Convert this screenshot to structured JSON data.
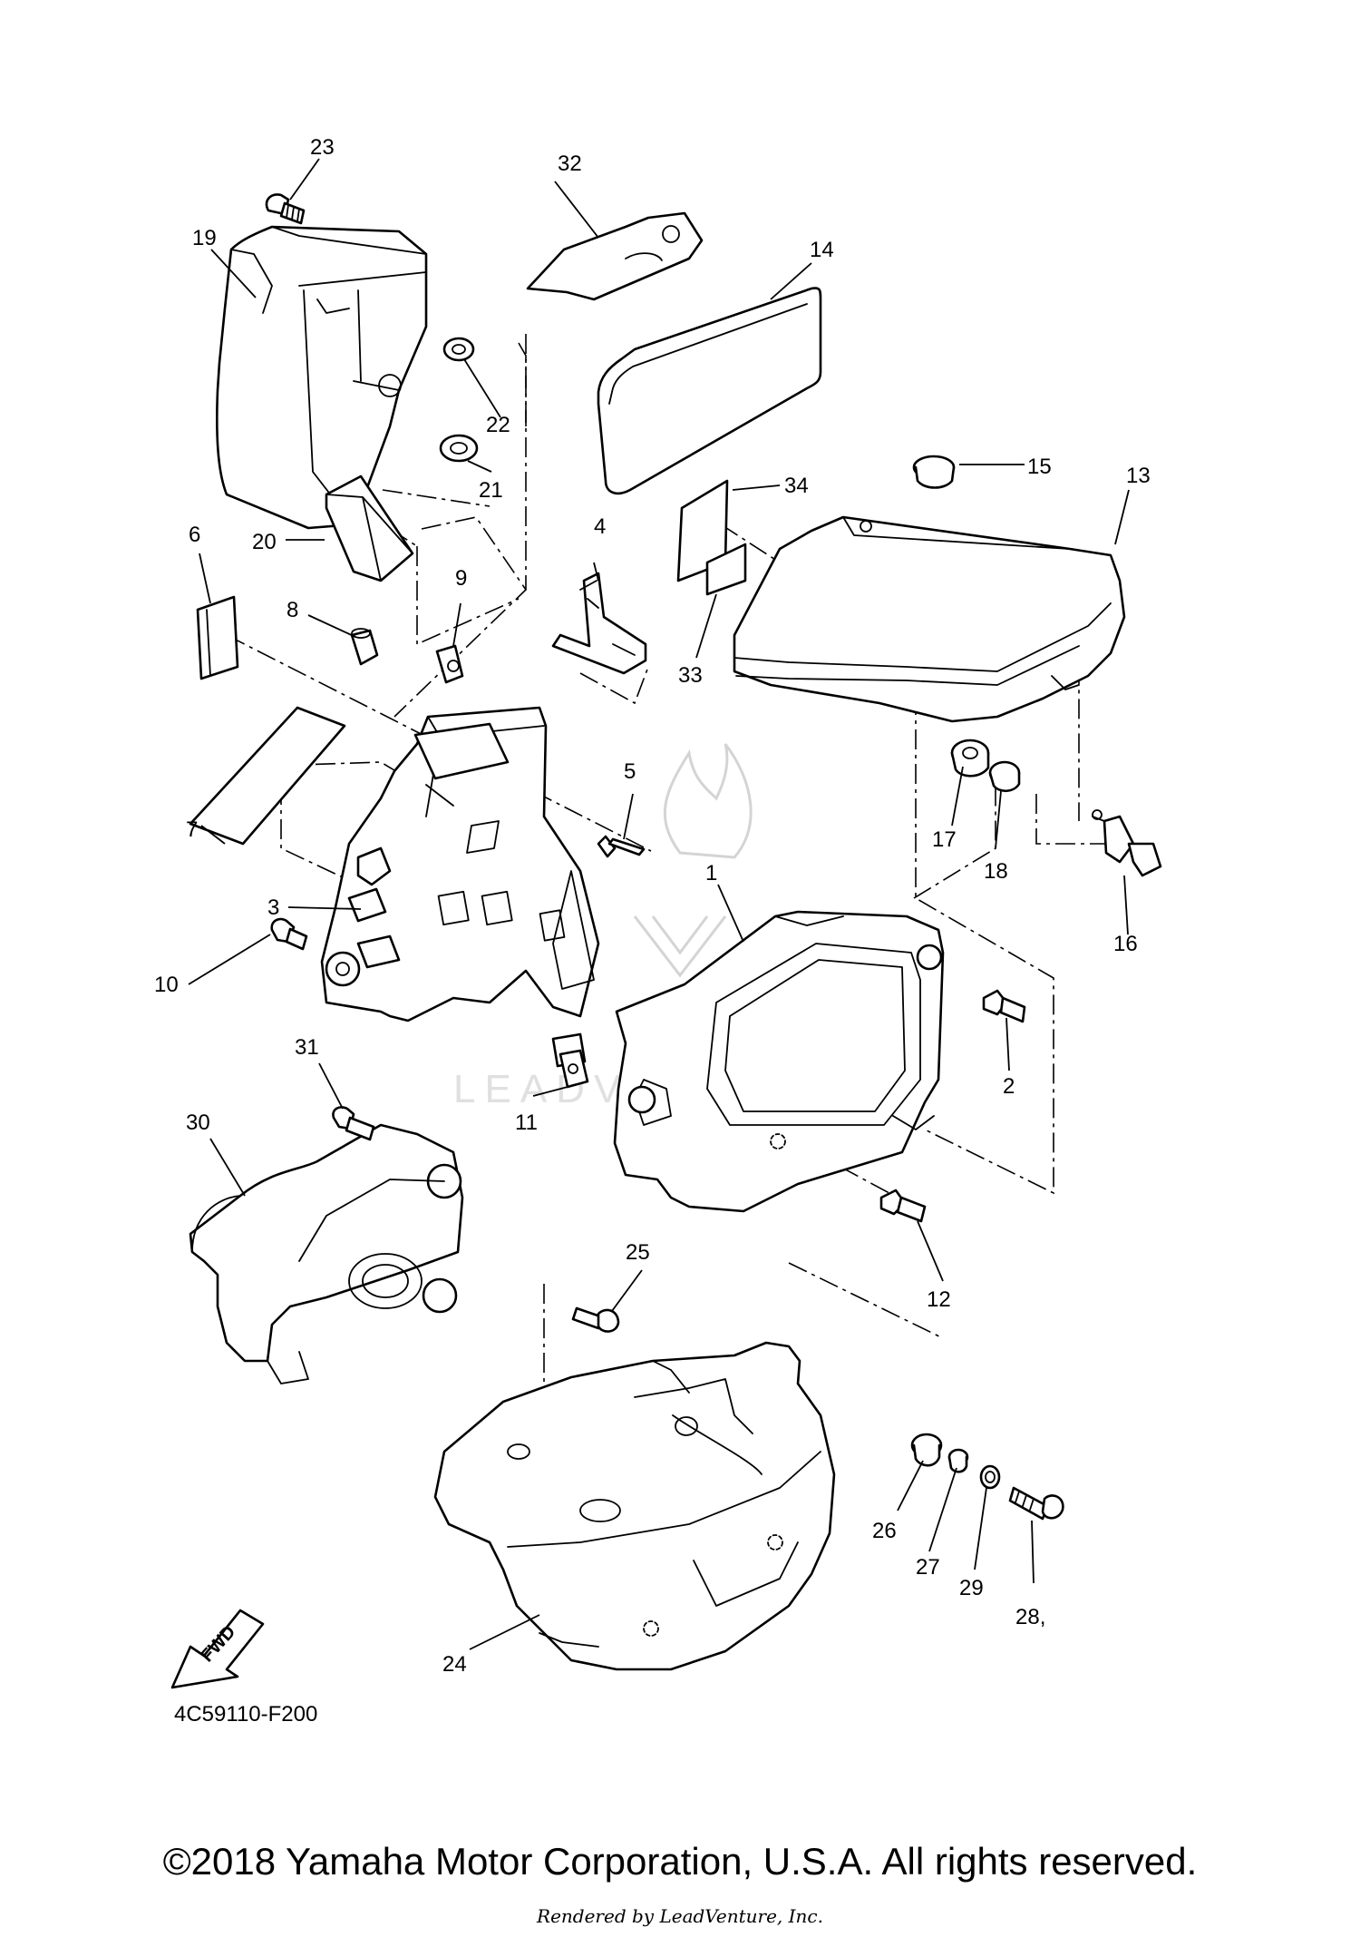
{
  "diagram": {
    "callouts": {
      "c1": "1",
      "c2": "2",
      "c3": "3",
      "c4": "4",
      "c5": "5",
      "c6": "6",
      "c7": "7",
      "c8": "8",
      "c9": "9",
      "c10": "10",
      "c11": "11",
      "c12": "12",
      "c13": "13",
      "c14": "14",
      "c15": "15",
      "c16": "16",
      "c17": "17",
      "c18": "18",
      "c19": "19",
      "c20": "20",
      "c21": "21",
      "c22": "22",
      "c23": "23",
      "c24": "24",
      "c25": "25",
      "c26": "26",
      "c27": "27",
      "c28": "28,",
      "c29": "29",
      "c30": "30",
      "c31": "31",
      "c32": "32",
      "c33": "33",
      "c34": "34"
    },
    "fwd_label": "FWD",
    "part_code": "4C59110-F200",
    "watermark_text": "LEADVENTURE"
  },
  "footer": {
    "copyright": "©2018 Yamaha Motor Corporation, U.S.A. All rights reserved.",
    "rendered_by": "Rendered by LeadVenture, Inc."
  },
  "colors": {
    "ink": "#000000",
    "background": "#ffffff",
    "watermark": "#d4d4d4"
  }
}
